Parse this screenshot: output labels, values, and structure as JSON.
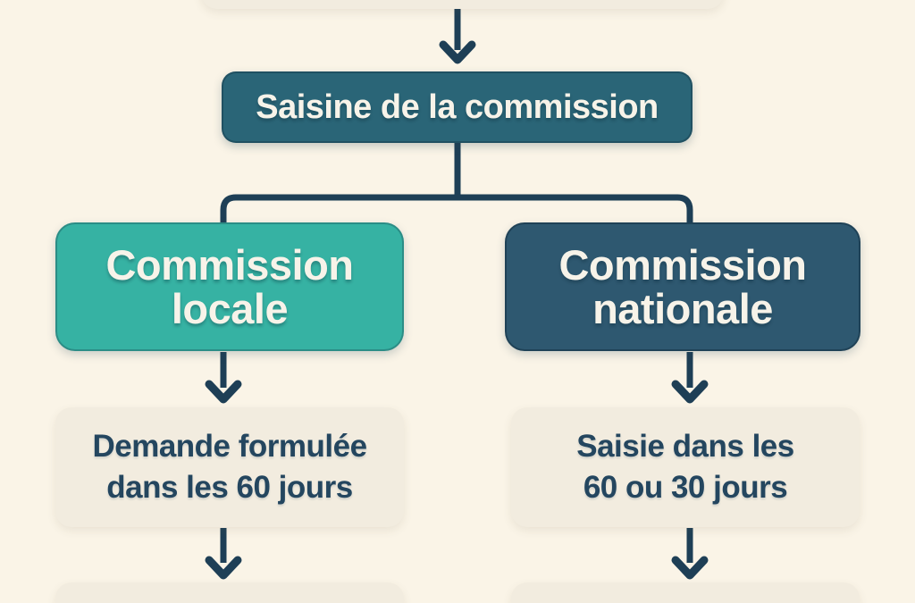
{
  "diagram": {
    "type": "flowchart",
    "language": "fr",
    "nodes": {
      "saisine": {
        "label": "Saisine de la commission"
      },
      "commission_locale": {
        "line1": "Commission",
        "line2": "locale"
      },
      "commission_nationale": {
        "line1": "Commission",
        "line2": "nationale"
      },
      "deadline_locale": {
        "line1": "Demande formulée",
        "line2": "dans les 60 jours"
      },
      "deadline_nationale": {
        "line1": "Saisie dans les",
        "line2": "60 ou 30 jours"
      }
    },
    "edges": [
      {
        "from": "previous-step",
        "to": "saisine",
        "arrow": true
      },
      {
        "from": "saisine",
        "to": "commission_locale",
        "arrow": false
      },
      {
        "from": "saisine",
        "to": "commission_nationale",
        "arrow": false
      },
      {
        "from": "commission_locale",
        "to": "deadline_locale",
        "arrow": true
      },
      {
        "from": "commission_nationale",
        "to": "deadline_nationale",
        "arrow": true
      },
      {
        "from": "deadline_locale",
        "to": "next-step-left",
        "arrow": true
      },
      {
        "from": "deadline_nationale",
        "to": "next-step-right",
        "arrow": true
      }
    ]
  },
  "colors": {
    "background": "#faf4e7",
    "panel_beige": "#f2ecdf",
    "teal_dark": "#2a6577",
    "teal": "#36b2a3",
    "navy": "#2e5870",
    "line": "#1e3f56",
    "text_light": "#f7f3e9",
    "text_dark": "#24465f"
  }
}
